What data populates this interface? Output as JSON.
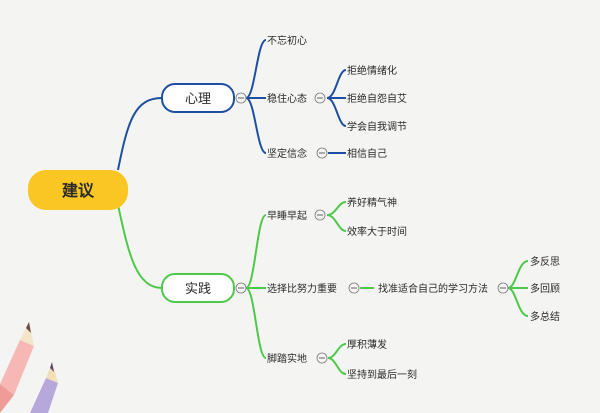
{
  "colors": {
    "root_fill": "#f9c624",
    "psych_branch": "#1f4fa0",
    "practice_branch": "#4fc84a",
    "background": "#f4f4f3"
  },
  "mindmap": {
    "root": "建议",
    "psych": {
      "label": "心理",
      "children": {
        "c1": "不忘初心",
        "c2": {
          "label": "稳住心态",
          "children": [
            "拒绝情绪化",
            "拒绝自怨自艾",
            "学会自我调节"
          ]
        },
        "c3": {
          "label": "坚定信念",
          "children": [
            "相信自己"
          ]
        }
      }
    },
    "practice": {
      "label": "实践",
      "children": {
        "c1": {
          "label": "早睡早起",
          "children": [
            "养好精气神",
            "效率大于时间"
          ]
        },
        "c2": {
          "label": "选择比努力重要",
          "child": "找准适合自己的学习方法",
          "grandchildren": [
            "多反思",
            "多回顾",
            "多总结"
          ]
        },
        "c3": {
          "label": "脚踏实地",
          "children": [
            "厚积薄发",
            "坚持到最后一刻"
          ]
        }
      }
    }
  },
  "decoration": {
    "pencils": [
      "pencil-icon",
      "pencil-icon"
    ]
  }
}
